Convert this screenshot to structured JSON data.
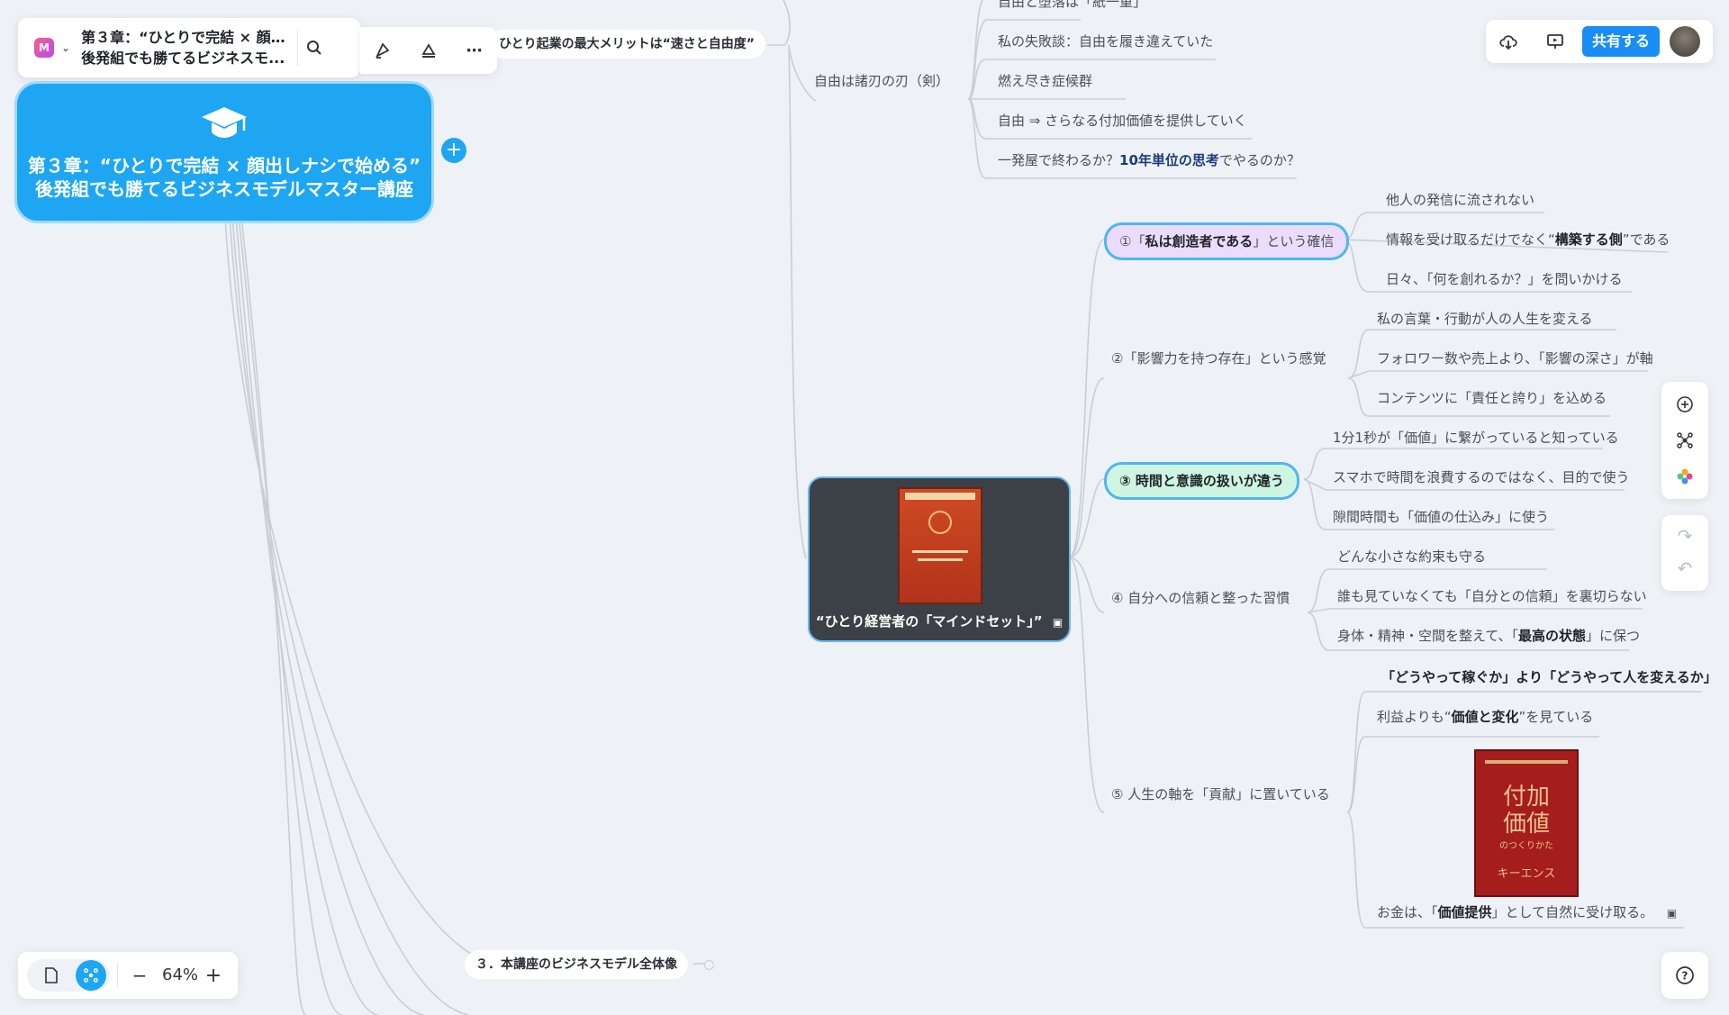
{
  "toolbar": {
    "logo_letter": "M",
    "doc_title_line1": "第３章：“ひとりで完結 × 顔出...",
    "doc_title_line2": "後発組でも勝てるビジネスモ..."
  },
  "header": {
    "share_label": "共有する"
  },
  "root": {
    "line1": "第３章：“ひとりで完結 × 顔出しナシで始める”",
    "line2": "後発組でも勝てるビジネスモデルマスター講座"
  },
  "top_branch": {
    "label": "ひとり起業の最大メリットは“速さと自由度”"
  },
  "freedom": {
    "label": "自由は諸刃の刃（剣）",
    "items": [
      "自由と堕落は「紙一重」",
      "私の失敗談：自由を履き違えていた",
      "燃え尽き症候群",
      "自由 ⇒ さらなる付加価値を提供していく"
    ],
    "last_pre": "一発屋で終わるか？",
    "last_bold": "10年単位の思考",
    "last_post": "でやるのか？"
  },
  "center": {
    "label": "“ひとり経営者の「マインドセット」”"
  },
  "branch1": {
    "pre": "①「",
    "bold": "私は創造者である",
    "post": "」という確信",
    "children": {
      "c1": "他人の発信に流されない",
      "c2_pre": "情報を受け取るだけでなく“",
      "c2_bold": "構築する側",
      "c2_post": "”である",
      "c3": "日々、「何を創れるか？」を問いかける"
    }
  },
  "branch2": {
    "label": "②「影響力を持つ存在」という感覚",
    "children": [
      "私の言葉・行動が人の人生を変える",
      "フォロワー数や売上より、「影響の深さ」が軸",
      "コンテンツに「責任と誇り」を込める"
    ]
  },
  "branch3": {
    "label": "③ 時間と意識の扱いが違う",
    "children": [
      "1分1秒が「価値」に繋がっていると知っている",
      "スマホで時間を浪費するのではなく、目的で使う",
      "隙間時間も「価値の仕込み」に使う"
    ]
  },
  "branch4": {
    "label": "④ 自分への信頼と整った習慣",
    "children": {
      "c1": "どんな小さな約束も守る",
      "c2": "誰も見ていなくても「自分との信頼」を裏切らない",
      "c3_pre": "身体・精神・空間を整えて、「",
      "c3_bold": "最高の状態",
      "c3_post": "」に保つ"
    }
  },
  "branch5": {
    "label": "⑤ 人生の軸を「貢献」に置いている",
    "children": {
      "c1": "「どうやって稼ぐか」より「どうやって人を変えるか」",
      "c2_pre": "利益よりも“",
      "c2_bold": "価値と変化",
      "c2_post": "”を見ている",
      "c3_pre": "お金は、「",
      "c3_bold": "価値提供",
      "c3_post": "」として自然に受け取る。"
    },
    "book_cover": {
      "title1": "付加",
      "title2": "価値",
      "sub": "のつくりかた",
      "brand": "キーエンス"
    }
  },
  "bottom_branch": {
    "label": "３．本講座のビジネスモデル全体像"
  },
  "zoom": {
    "level": "64%",
    "minus": "−",
    "plus": "+"
  },
  "colors": {
    "root_blue": "#1ea6f2",
    "share_blue": "#1a8cf5",
    "branch1_bg": "#ecdcfb",
    "branch1_border": "#4fb5f5",
    "branch3_bg": "#cdf5e2",
    "branch3_border": "#4fb5f5",
    "canvas": "#eef1f5"
  }
}
